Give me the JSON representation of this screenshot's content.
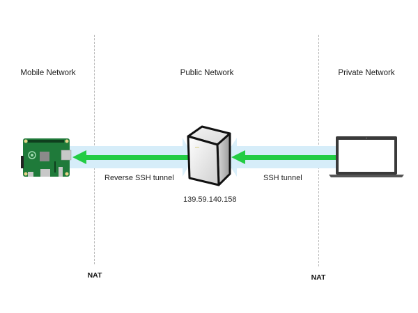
{
  "zones": [
    {
      "id": "mobile",
      "title": "Mobile Network"
    },
    {
      "id": "public",
      "title": "Public Network"
    },
    {
      "id": "private",
      "title": "Private Network"
    }
  ],
  "boundaries": [
    {
      "label": "NAT"
    },
    {
      "label": "NAT"
    }
  ],
  "nodes": {
    "raspberry_pi": {
      "type": "raspberry-pi-board"
    },
    "server": {
      "type": "server",
      "ip": "139.59.140.158"
    },
    "laptop": {
      "type": "laptop"
    }
  },
  "tunnels": [
    {
      "label": "Reverse SSH tunnel",
      "from": "server",
      "to": "raspberry_pi"
    },
    {
      "label": "SSH tunnel",
      "from": "laptop",
      "to": "server"
    }
  ],
  "colors": {
    "tunnel_fill": "#d6edf9",
    "arrow": "#22cc44",
    "pcb": "#1f7a3a",
    "dashed_line": "#b5b5b5"
  }
}
